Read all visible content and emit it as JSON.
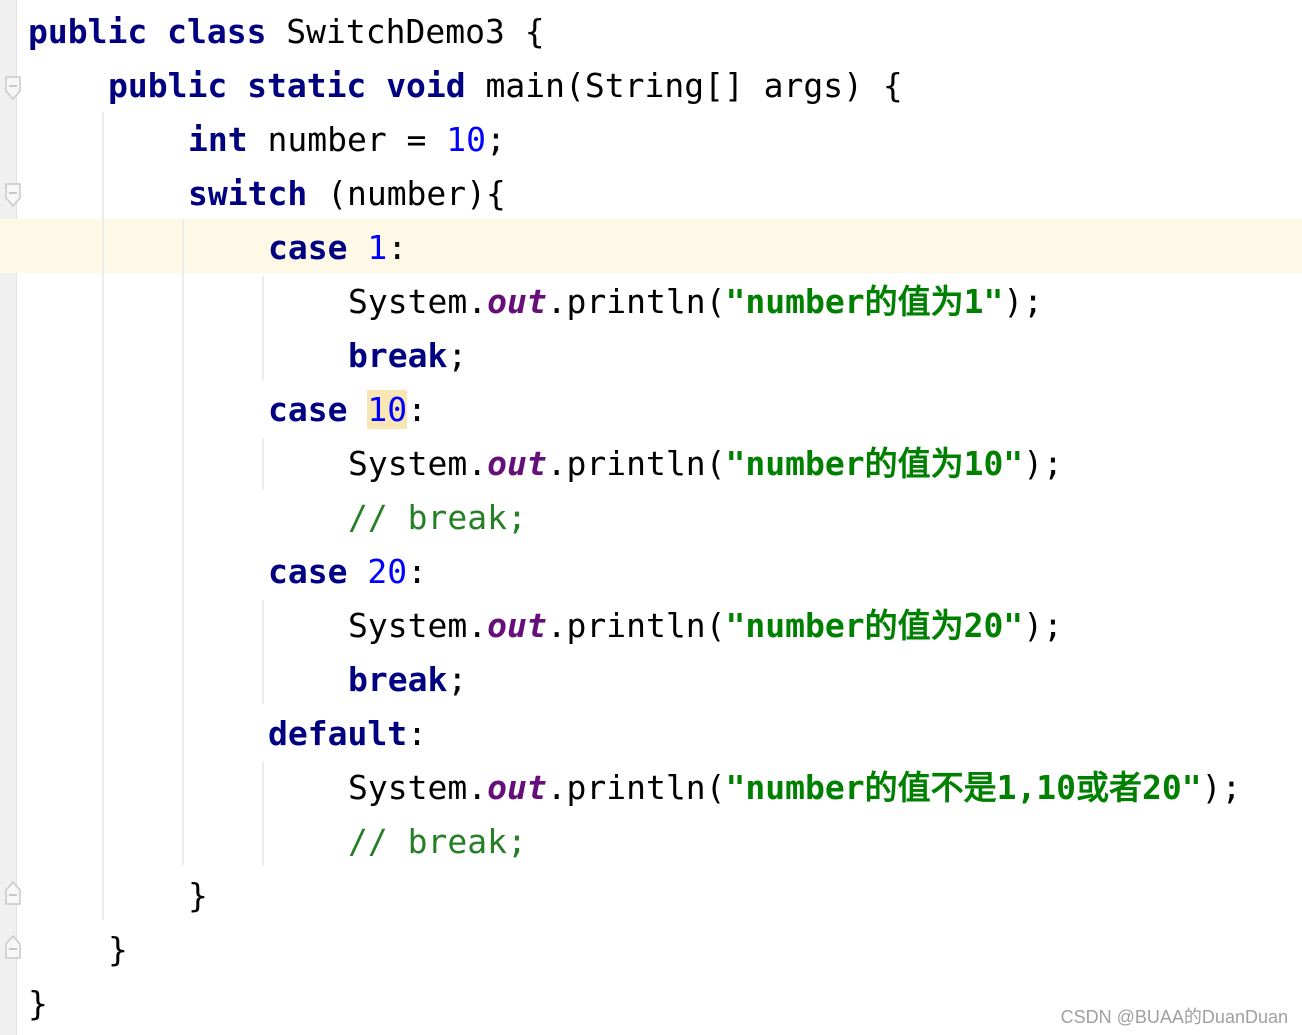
{
  "editor": {
    "language": "Java",
    "theme": "light",
    "line_highlight_color": "#fdf9e6",
    "colors": {
      "keyword": "#000080",
      "number": "#0000ff",
      "string": "#008000",
      "field": "#660e7a",
      "comment": "#267f26",
      "text": "#000000"
    },
    "gutter_icons": [
      "fold-icon",
      "fold-icon",
      "fold-end-icon",
      "fold-end-icon"
    ],
    "lines": [
      {
        "kw1": "public",
        "kw2": "class",
        "rest": " SwitchDemo3 {"
      },
      {
        "kw1": "public",
        "kw2": "static",
        "kw3": "void",
        "rest": " main(String[] args) {"
      },
      {
        "kw": "int",
        "rest1": " number = ",
        "num": "10",
        "rest2": ";"
      },
      {
        "kw": "switch",
        "rest": " (number){"
      },
      {
        "kw": "case",
        "sp": " ",
        "num": "1",
        "rest": ":"
      },
      {
        "pre": "System.",
        "field": "out",
        "call": ".println(",
        "str": "\"number的值为1\"",
        "post": ");"
      },
      {
        "kw": "break",
        "rest": ";"
      },
      {
        "kw": "case",
        "sp": " ",
        "num": "10",
        "rest": ":"
      },
      {
        "pre": "System.",
        "field": "out",
        "call": ".println(",
        "str": "\"number的值为10\"",
        "post": ");"
      },
      {
        "cmt": "// break;"
      },
      {
        "kw": "case",
        "sp": " ",
        "num": "20",
        "rest": ":"
      },
      {
        "pre": "System.",
        "field": "out",
        "call": ".println(",
        "str": "\"number的值为20\"",
        "post": ");"
      },
      {
        "kw": "break",
        "rest": ";"
      },
      {
        "kw": "default",
        "rest": ":"
      },
      {
        "pre": "System.",
        "field": "out",
        "call": ".println(",
        "str": "\"number的值不是1,10或者20\"",
        "post": ");"
      },
      {
        "cmt": "// break;"
      },
      {
        "text": "}"
      },
      {
        "text": "}"
      },
      {
        "text": "}"
      }
    ]
  },
  "watermark": "CSDN @BUAA的DuanDuan"
}
